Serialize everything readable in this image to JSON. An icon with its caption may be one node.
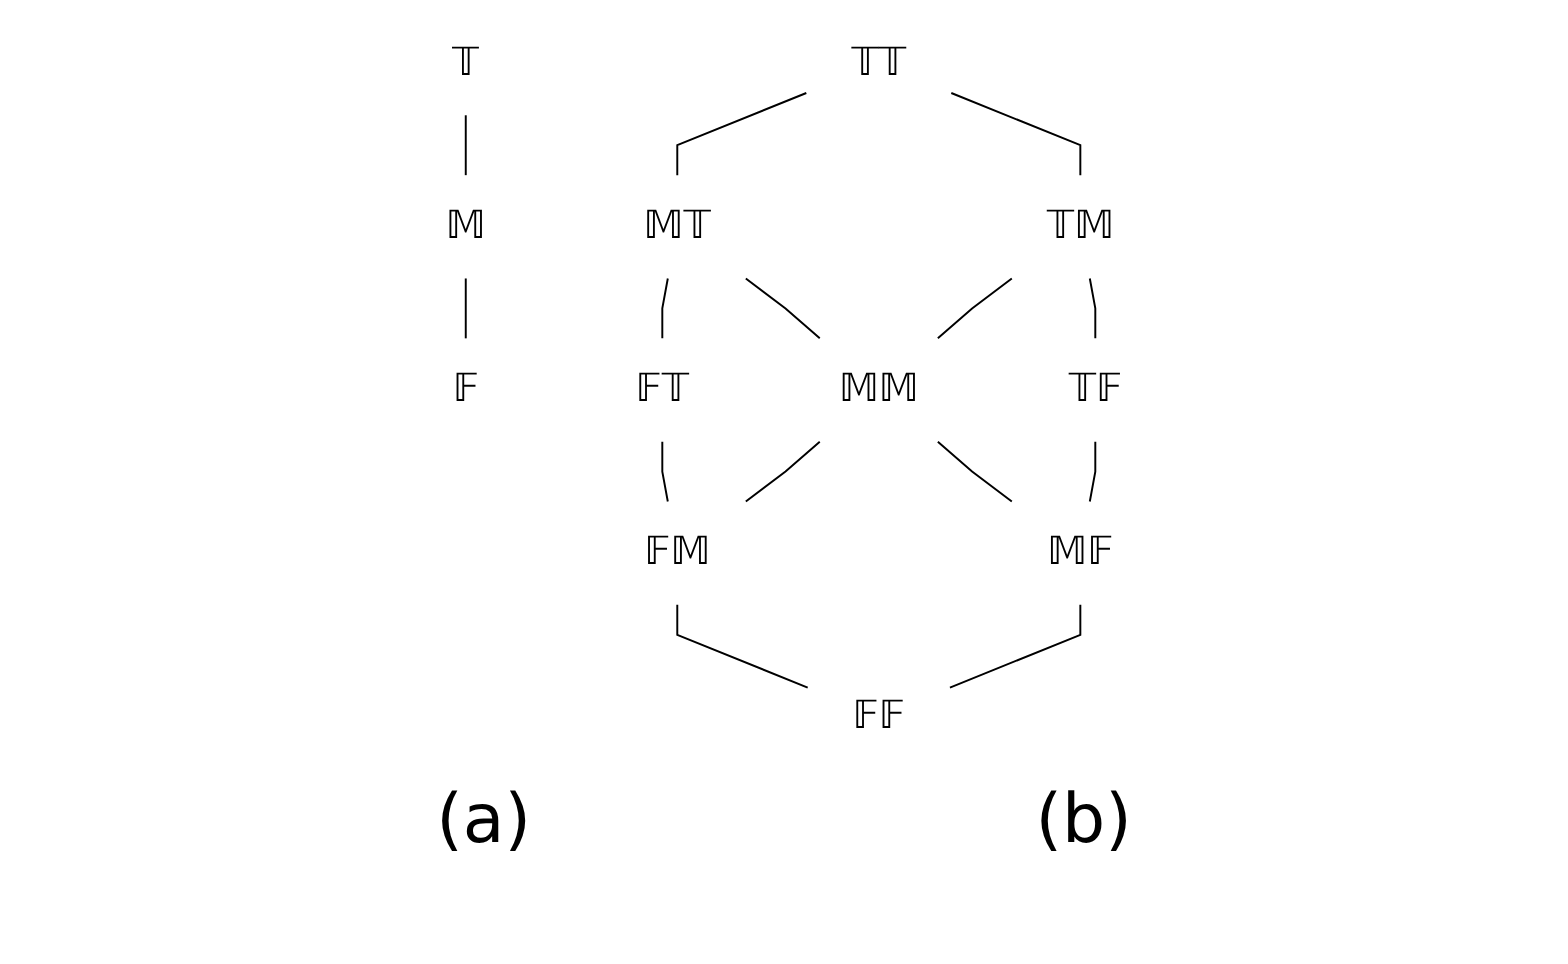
{
  "diagram": {
    "nodes": [
      {
        "text": [
          "𝕋"
        ]
      },
      {
        "text": [
          "𝕄"
        ]
      },
      {
        "text": [
          "𝔽"
        ]
      },
      {
        "text": [
          "𝕋𝕋"
        ]
      },
      {
        "text": [
          "𝕄𝕋"
        ]
      },
      {
        "text": [
          "𝕋𝕄"
        ]
      },
      {
        "text": [
          "𝔽𝕋"
        ]
      },
      {
        "text": [
          "𝕄𝕄"
        ]
      },
      {
        "text": [
          "𝕋𝔽"
        ]
      },
      {
        "text": [
          "𝔽𝕄"
        ]
      },
      {
        "text": [
          "𝕄𝔽"
        ]
      },
      {
        "text": [
          "𝔽𝔽"
        ]
      }
    ],
    "edges": [
      {
        "from": 0,
        "to": 1,
        "arrow": "none"
      },
      {
        "from": 1,
        "to": 2,
        "arrow": "none"
      },
      {
        "from": 3,
        "to": 4,
        "arrow": "none"
      },
      {
        "from": 3,
        "to": 5,
        "arrow": "none"
      },
      {
        "from": 4,
        "to": 6,
        "arrow": "none"
      },
      {
        "from": 4,
        "to": 7,
        "arrow": "none"
      },
      {
        "from": 5,
        "to": 7,
        "arrow": "none"
      },
      {
        "from": 5,
        "to": 8,
        "arrow": "none"
      },
      {
        "from": 6,
        "to": 9,
        "arrow": "none"
      },
      {
        "from": 7,
        "to": 9,
        "arrow": "none"
      },
      {
        "from": 7,
        "to": 10,
        "arrow": "none"
      },
      {
        "from": 8,
        "to": 10,
        "arrow": "none"
      },
      {
        "from": 9,
        "to": 11,
        "arrow": "none"
      },
      {
        "from": 10,
        "to": 11,
        "arrow": "none"
      }
    ],
    "labels": [
      "(a)",
      "(b)"
    ]
  }
}
